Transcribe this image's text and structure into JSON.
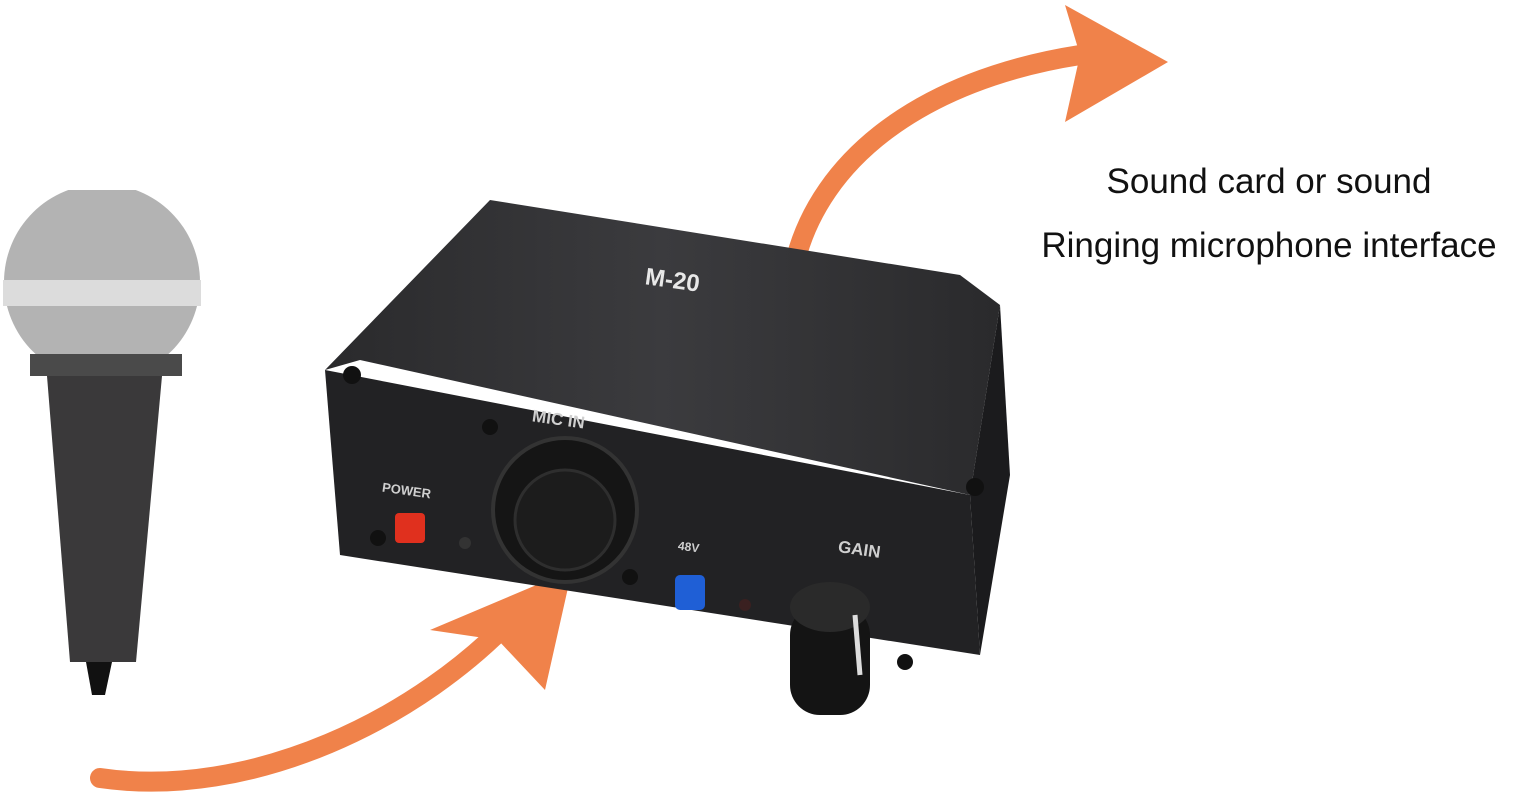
{
  "captions": {
    "line1": "Sound card or sound",
    "line2": "Ringing microphone interface"
  },
  "device": {
    "model": "M-20",
    "labels": {
      "mic_in": "MIC IN",
      "power": "POWER",
      "phantom": "48V",
      "gain": "GAIN"
    },
    "colors": {
      "body": "#2b2b2d",
      "power_button": "#e0301e",
      "phantom_button": "#1f5fd6"
    }
  },
  "arrows": {
    "color": "#f0824a"
  },
  "microphone": {
    "head_color": "#b3b3b3",
    "band_color": "#dcdcdc",
    "body_color": "#3a393a"
  }
}
